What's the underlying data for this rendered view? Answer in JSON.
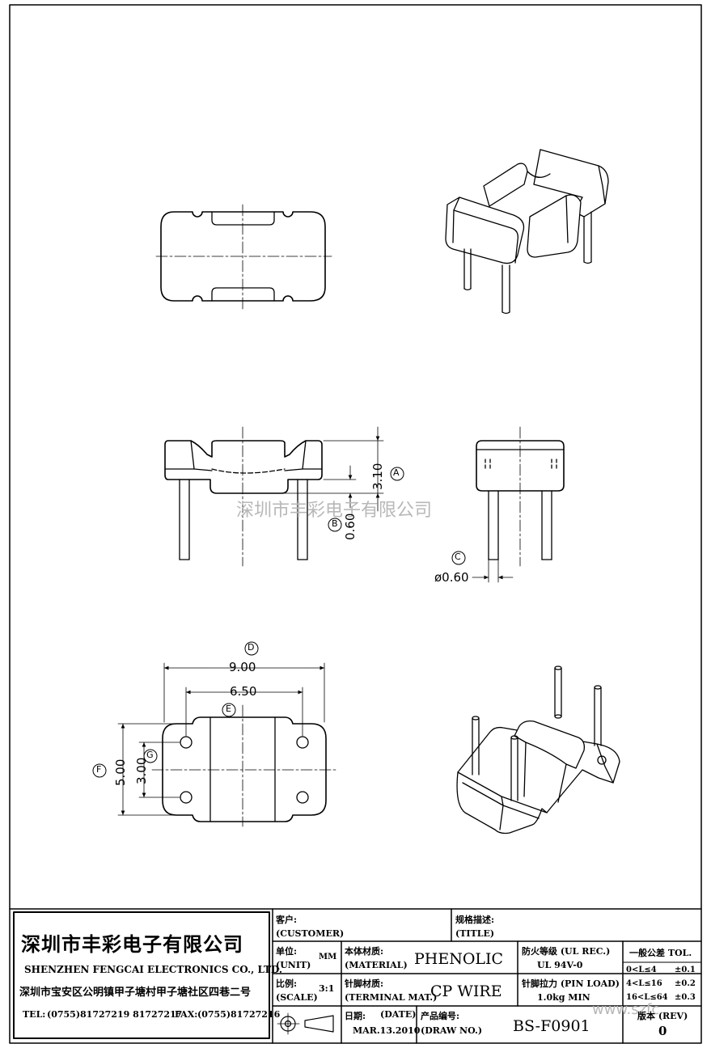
{
  "watermark": "深圳市丰彩电子有限公司",
  "watermark_url": "www.szfc",
  "dimensions": {
    "height_total": "3.10",
    "pin_above": "0.60",
    "pin_dia": "ø0.60",
    "width_outer": "9.00",
    "pin_pitch_x": "6.50",
    "depth": "5.00",
    "pin_pitch_y": "3.00"
  },
  "callouts": {
    "a": "A",
    "b": "B",
    "c": "C",
    "d": "D",
    "e": "E",
    "f": "F",
    "g": "G"
  },
  "company": {
    "name_cn": "深圳市丰彩电子有限公司",
    "name_en": "SHENZHEN FENGCAI ELECTRONICS CO., LTD.",
    "address": "深圳市宝安区公明镇甲子塘村甲子塘社区四巷二号",
    "tel_label": "TEL:",
    "tel": "(0755)81727219  81727217",
    "fax_label": "FAX:",
    "fax": "(0755)81727216"
  },
  "title_block": {
    "customer_cn": "客户:",
    "customer_en": "(CUSTOMER)",
    "title_cn": "规格描述:",
    "title_en": "(TITLE)",
    "unit_cn": "单位:",
    "unit_en": "(UNIT)",
    "unit_value": "MM",
    "scale_cn": "比例:",
    "scale_en": "(SCALE)",
    "scale_value": "3:1",
    "material_cn": "本体材质:",
    "material_en": "(MATERIAL)",
    "material_value": "PHENOLIC",
    "terminal_cn": "针脚材质:",
    "terminal_en": "(TERMINAL MAT.)",
    "terminal_value": "CP WIRE",
    "date_cn": "日期:",
    "date_en": "(DATE)",
    "date_value": "MAR.13.2010",
    "drawno_cn": "产品编号:",
    "drawno_en": "(DRAW NO.)",
    "drawno_value": "BS-F0901",
    "flame_label": "防火等级 (UL REC.)",
    "flame_value": "UL 94V-0",
    "pinload_label": "针脚拉力 (PIN LOAD)",
    "pinload_value": "1.0kg MIN",
    "tol_label": "一般公差 TOL.",
    "tol_rows": [
      {
        "range": "0<L≤4",
        "value": "±0.1"
      },
      {
        "range": "4<L≤16",
        "value": "±0.2"
      },
      {
        "range": "16<L≤64",
        "value": "±0.3"
      }
    ],
    "rev_label": "版本 (REV)",
    "rev_value": "0"
  }
}
